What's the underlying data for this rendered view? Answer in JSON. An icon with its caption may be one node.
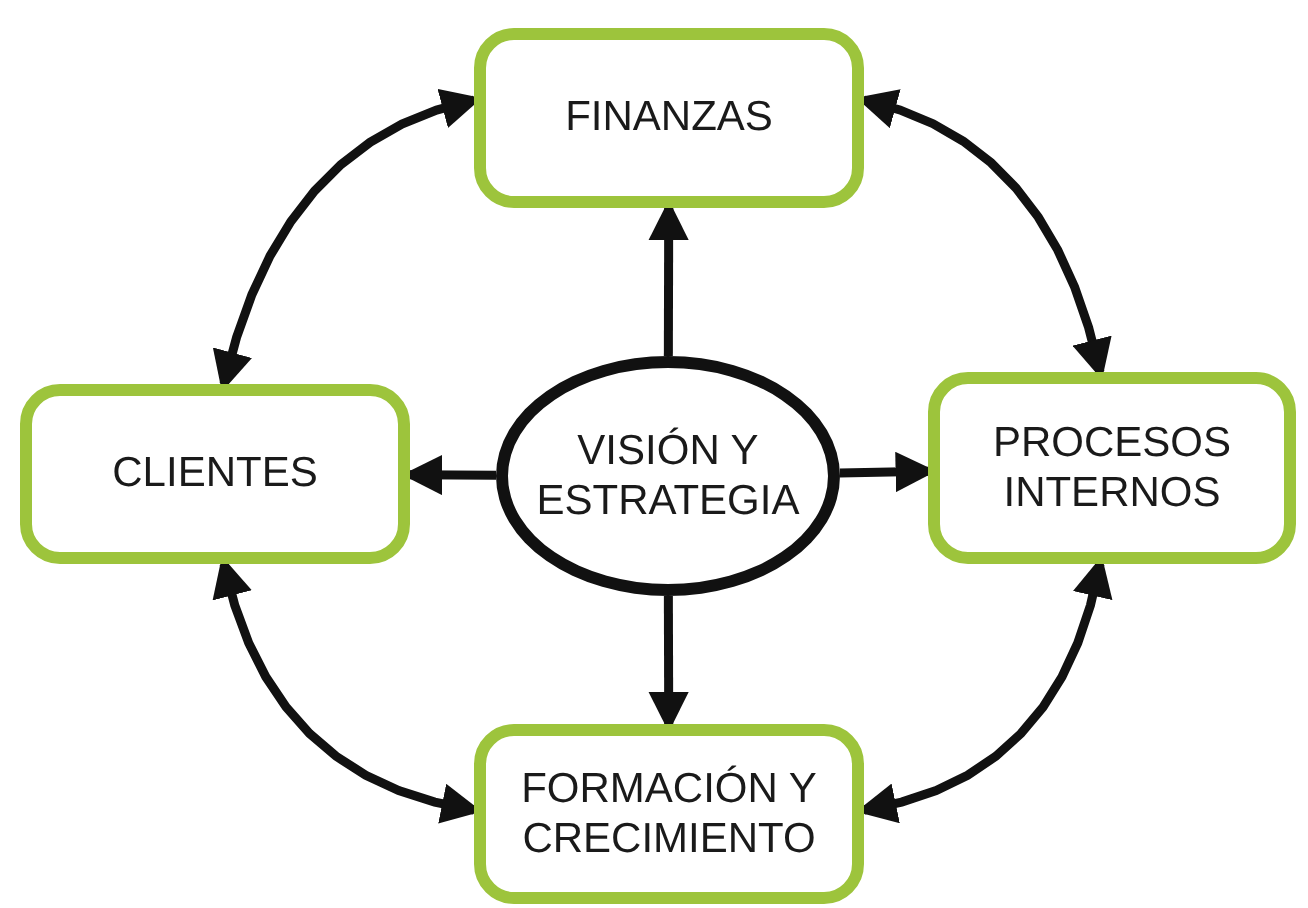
{
  "diagram": {
    "nodes": [
      {
        "text": [
          "FINANZAS"
        ]
      },
      {
        "text": [
          "CLIENTES"
        ]
      },
      {
        "text": [
          "VISIÓN Y ESTRATEGIA"
        ]
      },
      {
        "text": [
          "PROCESOS INTERNOS"
        ]
      },
      {
        "text": [
          "FORMACIÓN Y CRECIMIENTO"
        ]
      }
    ],
    "edges": [
      {
        "from": 2,
        "to": 0,
        "arrow": "to"
      },
      {
        "from": 2,
        "to": 1,
        "arrow": "to"
      },
      {
        "from": 2,
        "to": 3,
        "arrow": "to"
      },
      {
        "from": 2,
        "to": 4,
        "arrow": "to"
      },
      {
        "from": 0,
        "to": 1,
        "arrow": "both"
      },
      {
        "from": 0,
        "to": 3,
        "arrow": "both"
      },
      {
        "from": 1,
        "to": 4,
        "arrow": "both"
      },
      {
        "from": 3,
        "to": 4,
        "arrow": "both"
      }
    ]
  }
}
